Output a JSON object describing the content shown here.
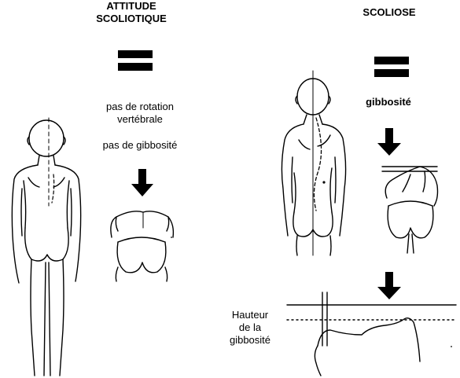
{
  "left_panel": {
    "heading_line1": "ATTITUDE",
    "heading_line2": "SCOLIOTIQUE",
    "note_line1": "pas de rotation",
    "note_line2": "vertébrale",
    "note_gibbosity": "pas de gibbosité"
  },
  "right_panel": {
    "heading": "SCOLIOSE",
    "note_gibbosity": "gibbosité",
    "measure_line1": "Hauteur",
    "measure_line2": "de la",
    "measure_line3": "gibbosité"
  },
  "icons": {
    "equals": "equals-sign-icon",
    "arrow": "down-arrow-icon"
  },
  "colors": {
    "ink": "#000000",
    "background": "#ffffff"
  }
}
